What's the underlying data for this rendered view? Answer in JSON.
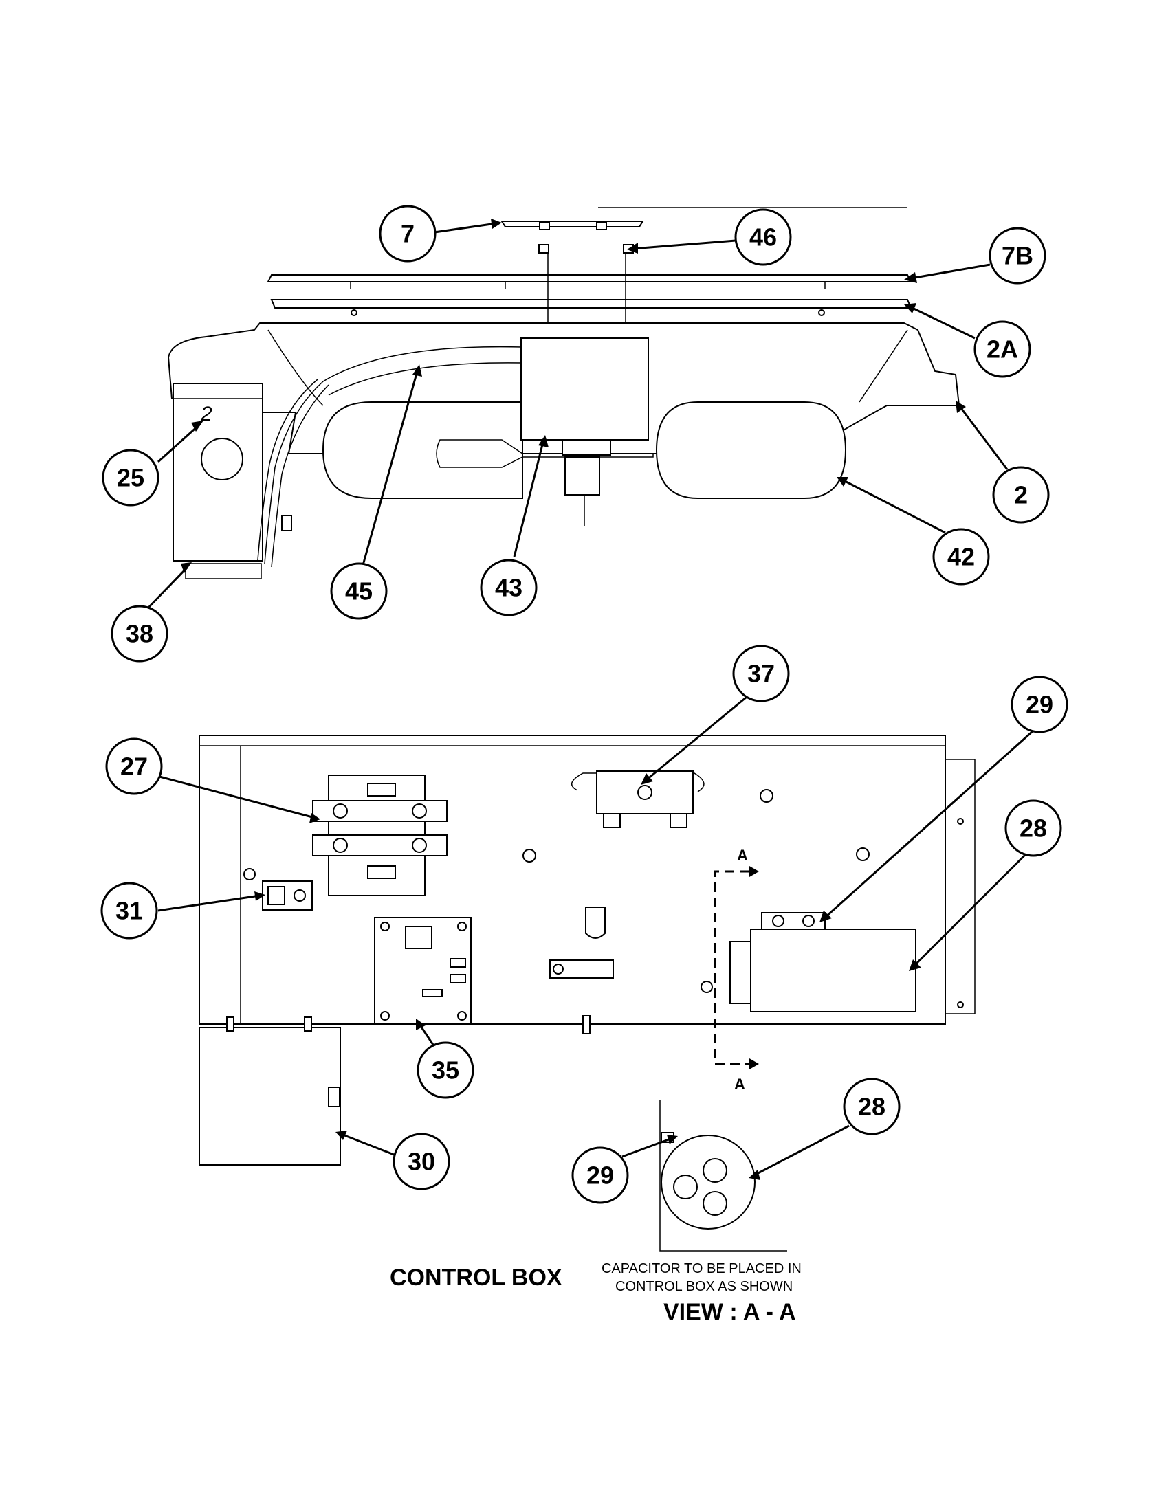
{
  "callouts": {
    "c7": "7",
    "c46": "46",
    "c7b": "7B",
    "c2a": "2A",
    "c2": "2",
    "c25": "25",
    "c38": "38",
    "c45": "45",
    "c43": "43",
    "c42": "42",
    "c37": "37",
    "c29_top": "29",
    "c27": "27",
    "c28_top": "28",
    "c31": "31",
    "c35": "35",
    "c30": "30",
    "c29_view": "29",
    "c28_view": "28"
  },
  "section_marks": {
    "top": "A",
    "bottom": "A"
  },
  "captions": {
    "control_box": "CONTROL BOX",
    "note_line1": "CAPACITOR TO BE PLACED IN",
    "note_line2": "CONTROL BOX AS SHOWN",
    "view": "VIEW : A - A"
  },
  "handwriting": "2"
}
